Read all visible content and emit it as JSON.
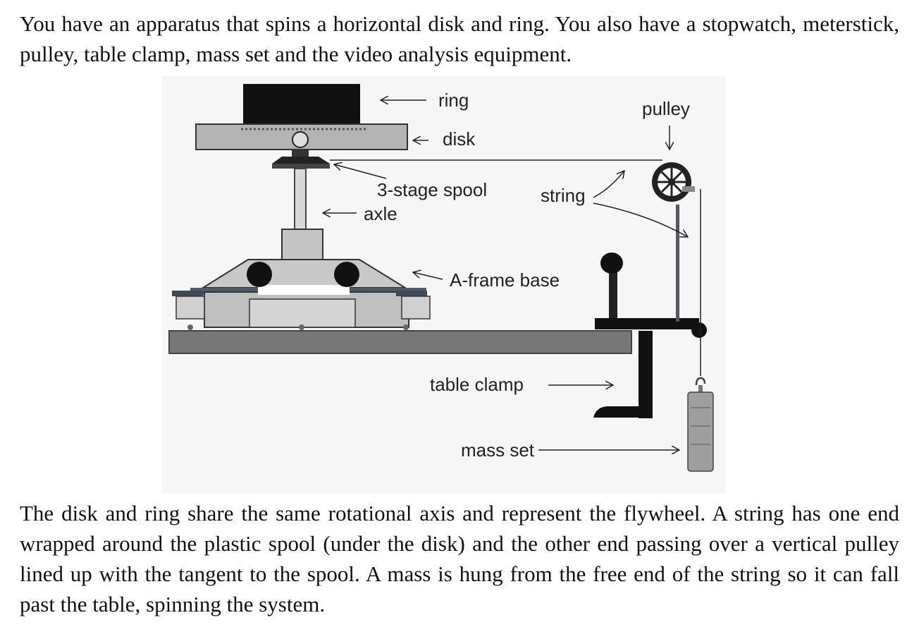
{
  "intro_text": "You have an apparatus that spins a horizontal disk and ring.  You also have a stopwatch, meterstick, pulley, table clamp, mass set and the video analysis equipment.",
  "labels": {
    "ring": "ring",
    "disk": "disk",
    "pulley": "pulley",
    "spool": "3-stage spool",
    "string": "string",
    "axle": "axle",
    "base": "A-frame base",
    "clamp": "table clamp",
    "mass": "mass set"
  },
  "description_text": "The disk and ring share the same rotational axis and represent the flywheel.  A string has one end wrapped around the plastic spool (under the disk) and the other end passing over a vertical pulley lined up with the tangent to the spool.  A mass is hung from the free end of the string so it can fall past the table, spinning the system."
}
